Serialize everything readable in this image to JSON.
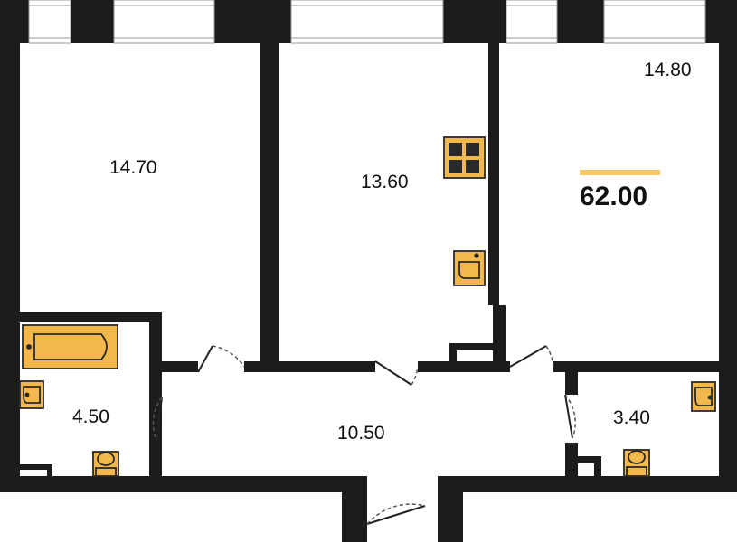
{
  "plan": {
    "total_area": "62.00",
    "rooms": [
      {
        "id": "bedroom-left",
        "area": "14.70"
      },
      {
        "id": "kitchen",
        "area": "13.60"
      },
      {
        "id": "living-right",
        "area": "14.80"
      },
      {
        "id": "bathroom",
        "area": "4.50"
      },
      {
        "id": "hallway",
        "area": "10.50"
      },
      {
        "id": "wc",
        "area": "3.40"
      }
    ]
  },
  "colors": {
    "wall": "#1c1c1c",
    "fixture_fill": "#f2b84b",
    "fixture_stroke": "#2a2a2a",
    "accent_bar": "#f5c867",
    "window_line": "#9a9a9a"
  }
}
